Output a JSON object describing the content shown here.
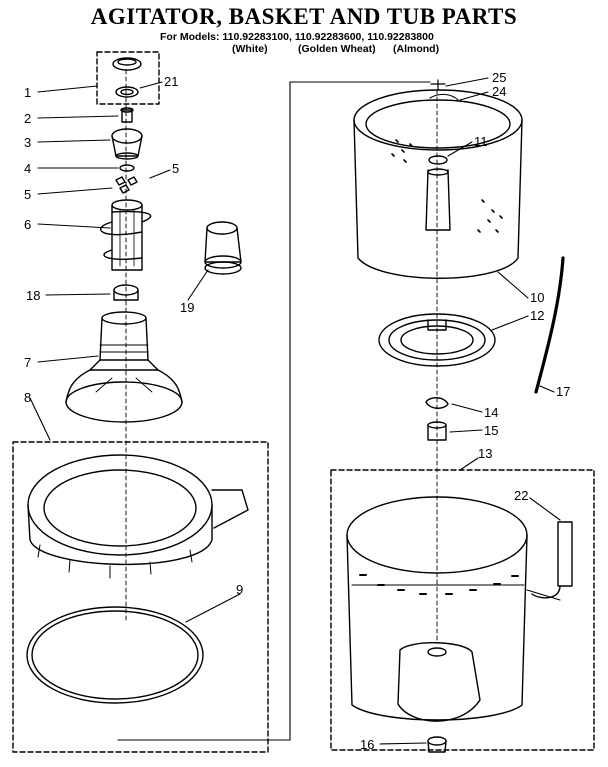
{
  "title": "AGITATOR, BASKET AND TUB PARTS",
  "subtitle": "For Models: 110.92283100, 110.92283600, 110.92283800",
  "colors": [
    "(White)",
    "(Golden Wheat)",
    "(Almond)"
  ],
  "callouts": [
    "1",
    "21",
    "2",
    "3",
    "4",
    "5",
    "5",
    "6",
    "18",
    "19",
    "7",
    "8",
    "9",
    "25",
    "24",
    "11",
    "10",
    "12",
    "17",
    "14",
    "15",
    "13",
    "22",
    "16"
  ]
}
